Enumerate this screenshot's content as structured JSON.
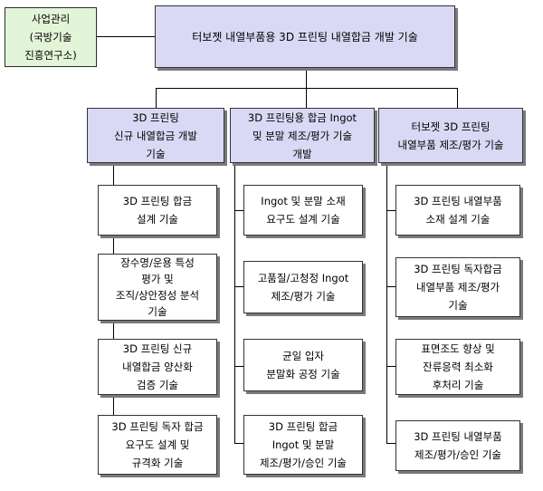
{
  "diagram": {
    "management": [
      "사업관리",
      "(국방기술",
      "진흥연구소)"
    ],
    "root": [
      "터보젯 내열부품용 3D 프린팅 내열합금 개발 기술"
    ],
    "columns": [
      {
        "header": [
          "3D 프린팅",
          "신규 내열합금 개발",
          "기술"
        ],
        "items": [
          [
            "3D 프린팅 합금",
            "설계 기술"
          ],
          [
            "장수명/운용 특성",
            "평가 및",
            "조직/상안정성 분석",
            "기술"
          ],
          [
            "3D 프린팅 신규",
            "내열합금 양산화",
            "검증 기술"
          ],
          [
            "3D 프린팅 독자 합금",
            "요구도 설계 및",
            "규격화 기술"
          ]
        ]
      },
      {
        "header": [
          "3D 프린팅용 합금 Ingot",
          "및 분말 제조/평가 기술",
          "개발"
        ],
        "items": [
          [
            "Ingot 및 분말 소재",
            "요구도 설계 기술"
          ],
          [
            "고품질/고청정 Ingot",
            "제조/평가 기술"
          ],
          [
            "균일 입자",
            "분말화 공정 기술"
          ],
          [
            "3D 프린팅 합금",
            "Ingot 및 분말",
            "제조/평가/승인 기술"
          ]
        ]
      },
      {
        "header": [
          "터보젯 3D 프린팅",
          "내열부품 제조/평가 기술"
        ],
        "items": [
          [
            "3D 프린팅 내열부품",
            "소재 설계 기술"
          ],
          [
            "3D 프린팅 독자합금",
            "내열부품 제조/평가",
            "기술"
          ],
          [
            "표면조도 향상 및",
            "잔류응력 최소화",
            "후처리 기술"
          ],
          [
            "3D 프린팅 내열부품",
            "제조/평가/승인 기술"
          ]
        ]
      }
    ]
  },
  "colors": {
    "management_fill": "#e3f5d8",
    "header_fill": "#d9d9f5",
    "item_fill": "#ffffff",
    "line": "#000000"
  }
}
